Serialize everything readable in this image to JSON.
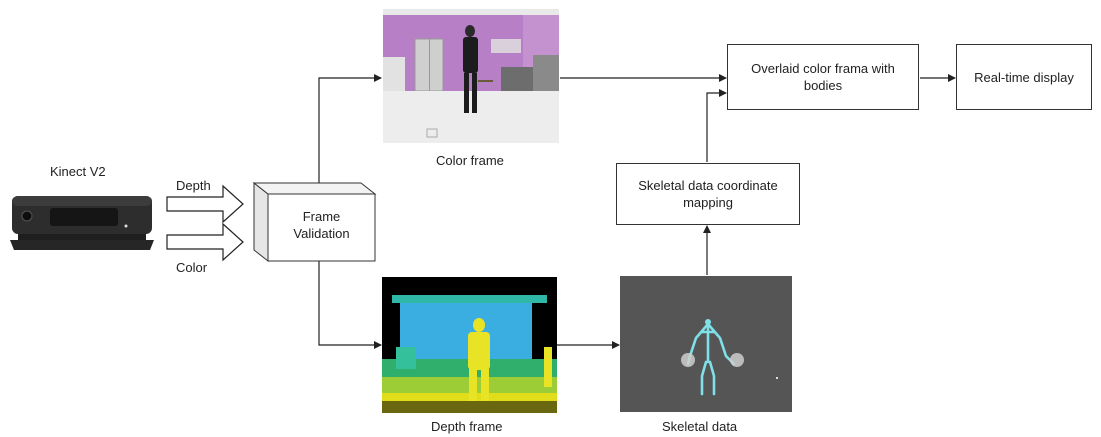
{
  "device": {
    "label": "Kinect V2"
  },
  "inputs": {
    "depth": "Depth",
    "color": "Color"
  },
  "frame_validation": {
    "line1": "Frame",
    "line2": "Validation"
  },
  "color_frame": {
    "caption": "Color frame"
  },
  "depth_frame": {
    "caption": "Depth frame"
  },
  "skeletal_data": {
    "caption": "Skeletal data"
  },
  "mapping": {
    "label": "Skeletal data coordinate mapping"
  },
  "overlay": {
    "label": "Overlaid color frama with bodies"
  },
  "display": {
    "label": "Real-time display"
  },
  "colors": {
    "line": "#222222",
    "room_wall": "#b77fc6",
    "depth_bg": "#3aaee0",
    "skeleton_panel": "#555555",
    "skeleton": "#7fe0e8"
  }
}
